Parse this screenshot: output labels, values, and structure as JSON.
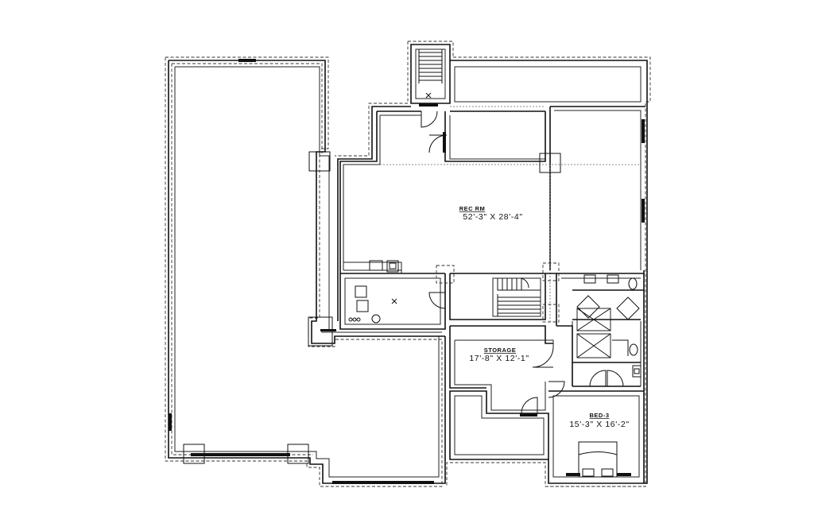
{
  "rooms": {
    "rec": {
      "name": "REC RM",
      "dims": "52'-3\" X 28'-4\""
    },
    "storage": {
      "name": "STORAGE",
      "dims": "17'-8\" X 12'-1\""
    },
    "bed": {
      "name": "BED-3",
      "dims": "15'-3\" X 16'-2\""
    }
  }
}
